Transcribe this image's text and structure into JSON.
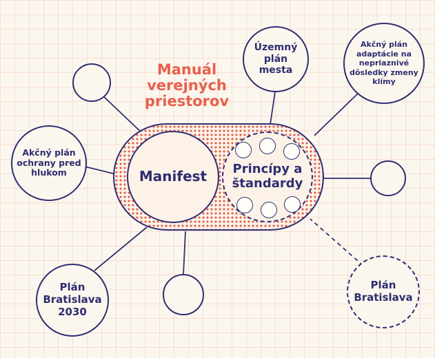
{
  "title": "Manuál verejných priestorov",
  "center": {
    "manifest_label": "Manifest",
    "principles_label": "Princípy a štandardy"
  },
  "nodes": {
    "territorial_plan": "Územný plán mesta",
    "climate_adaptation_plan": "Akčný plán adaptácie na nepriaznivé dôsledky zmeny klímy",
    "noise_protection_plan": "Akčný plán ochrany pred hlukom",
    "plan_bratislava_2030": "Plán Bratislava 2030",
    "plan_bratislava": "Plán Bratislava"
  },
  "colors": {
    "navy": "#2e2d72",
    "coral": "#e8604c",
    "background": "#fcf7ee",
    "dot_pattern": "#e0614e"
  }
}
